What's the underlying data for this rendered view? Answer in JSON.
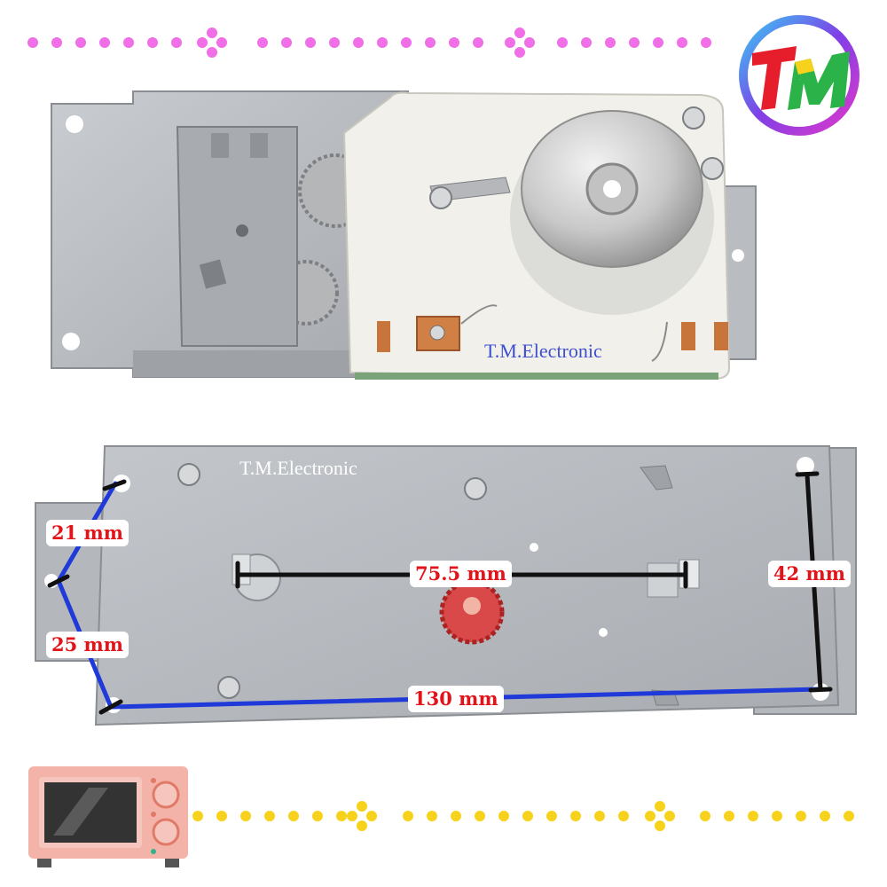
{
  "brand": {
    "logo_text": "TM",
    "watermark": "T.M.Electronic",
    "colors": {
      "pink_dots": "#f06ee6",
      "yellow_dots": "#f7d21c",
      "dimension_red": "#e3131a"
    }
  },
  "photo_top": {
    "subject": "microwave-timer-front",
    "watermark": "T.M.Electronic"
  },
  "photo_bottom": {
    "subject": "microwave-timer-back",
    "watermark": "T.M.Electronic"
  },
  "dimensions": {
    "hole_offset_upper": "21 mm",
    "hole_offset_lower": "25 mm",
    "shaft_spacing": "75.5 mm",
    "height": "42 mm",
    "length": "130 mm"
  },
  "decor": {
    "microwave_icon": "microwave-icon",
    "flower_icon": "flower-icon"
  }
}
